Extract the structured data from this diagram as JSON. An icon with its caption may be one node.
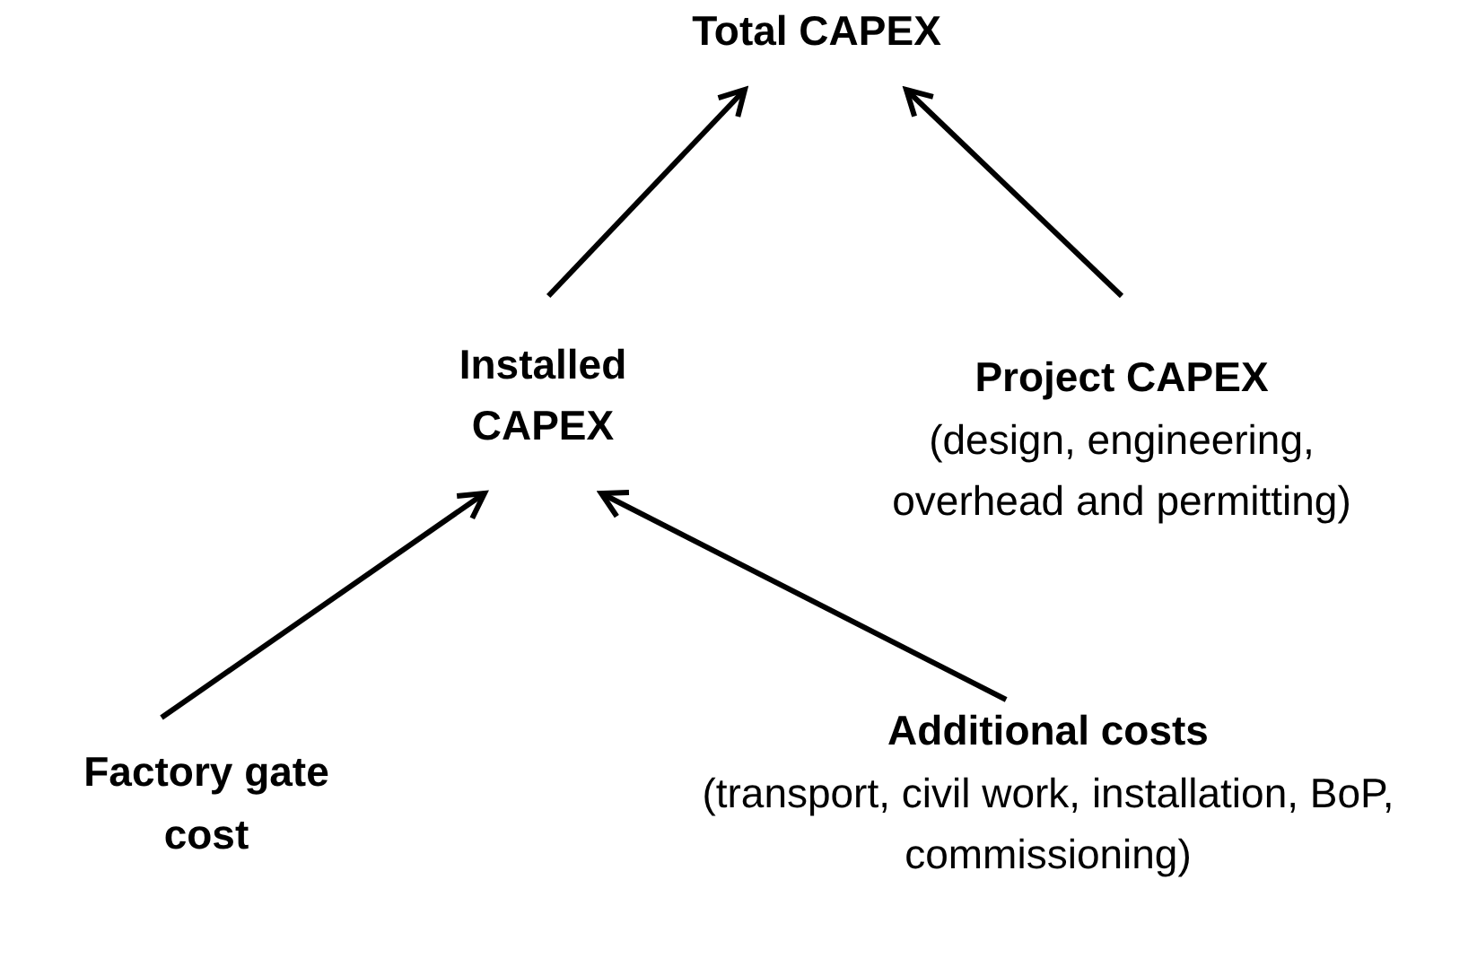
{
  "diagram": {
    "nodes": [
      {
        "text": [
          "Total CAPEX"
        ]
      },
      {
        "text": [
          "Installed CAPEX"
        ]
      },
      {
        "text": [
          "Project CAPEX",
          "(design, engineering, overhead and permitting)"
        ]
      },
      {
        "text": [
          "Factory gate cost"
        ]
      },
      {
        "text": [
          "Additional costs",
          "(transport, civil work, installation, BoP, commissioning)"
        ]
      }
    ],
    "edges": [
      {
        "from": 1,
        "to": 0,
        "arrow": "to"
      },
      {
        "from": 2,
        "to": 0,
        "arrow": "to"
      },
      {
        "from": 3,
        "to": 1,
        "arrow": "to"
      },
      {
        "from": 4,
        "to": 1,
        "arrow": "to"
      }
    ]
  }
}
